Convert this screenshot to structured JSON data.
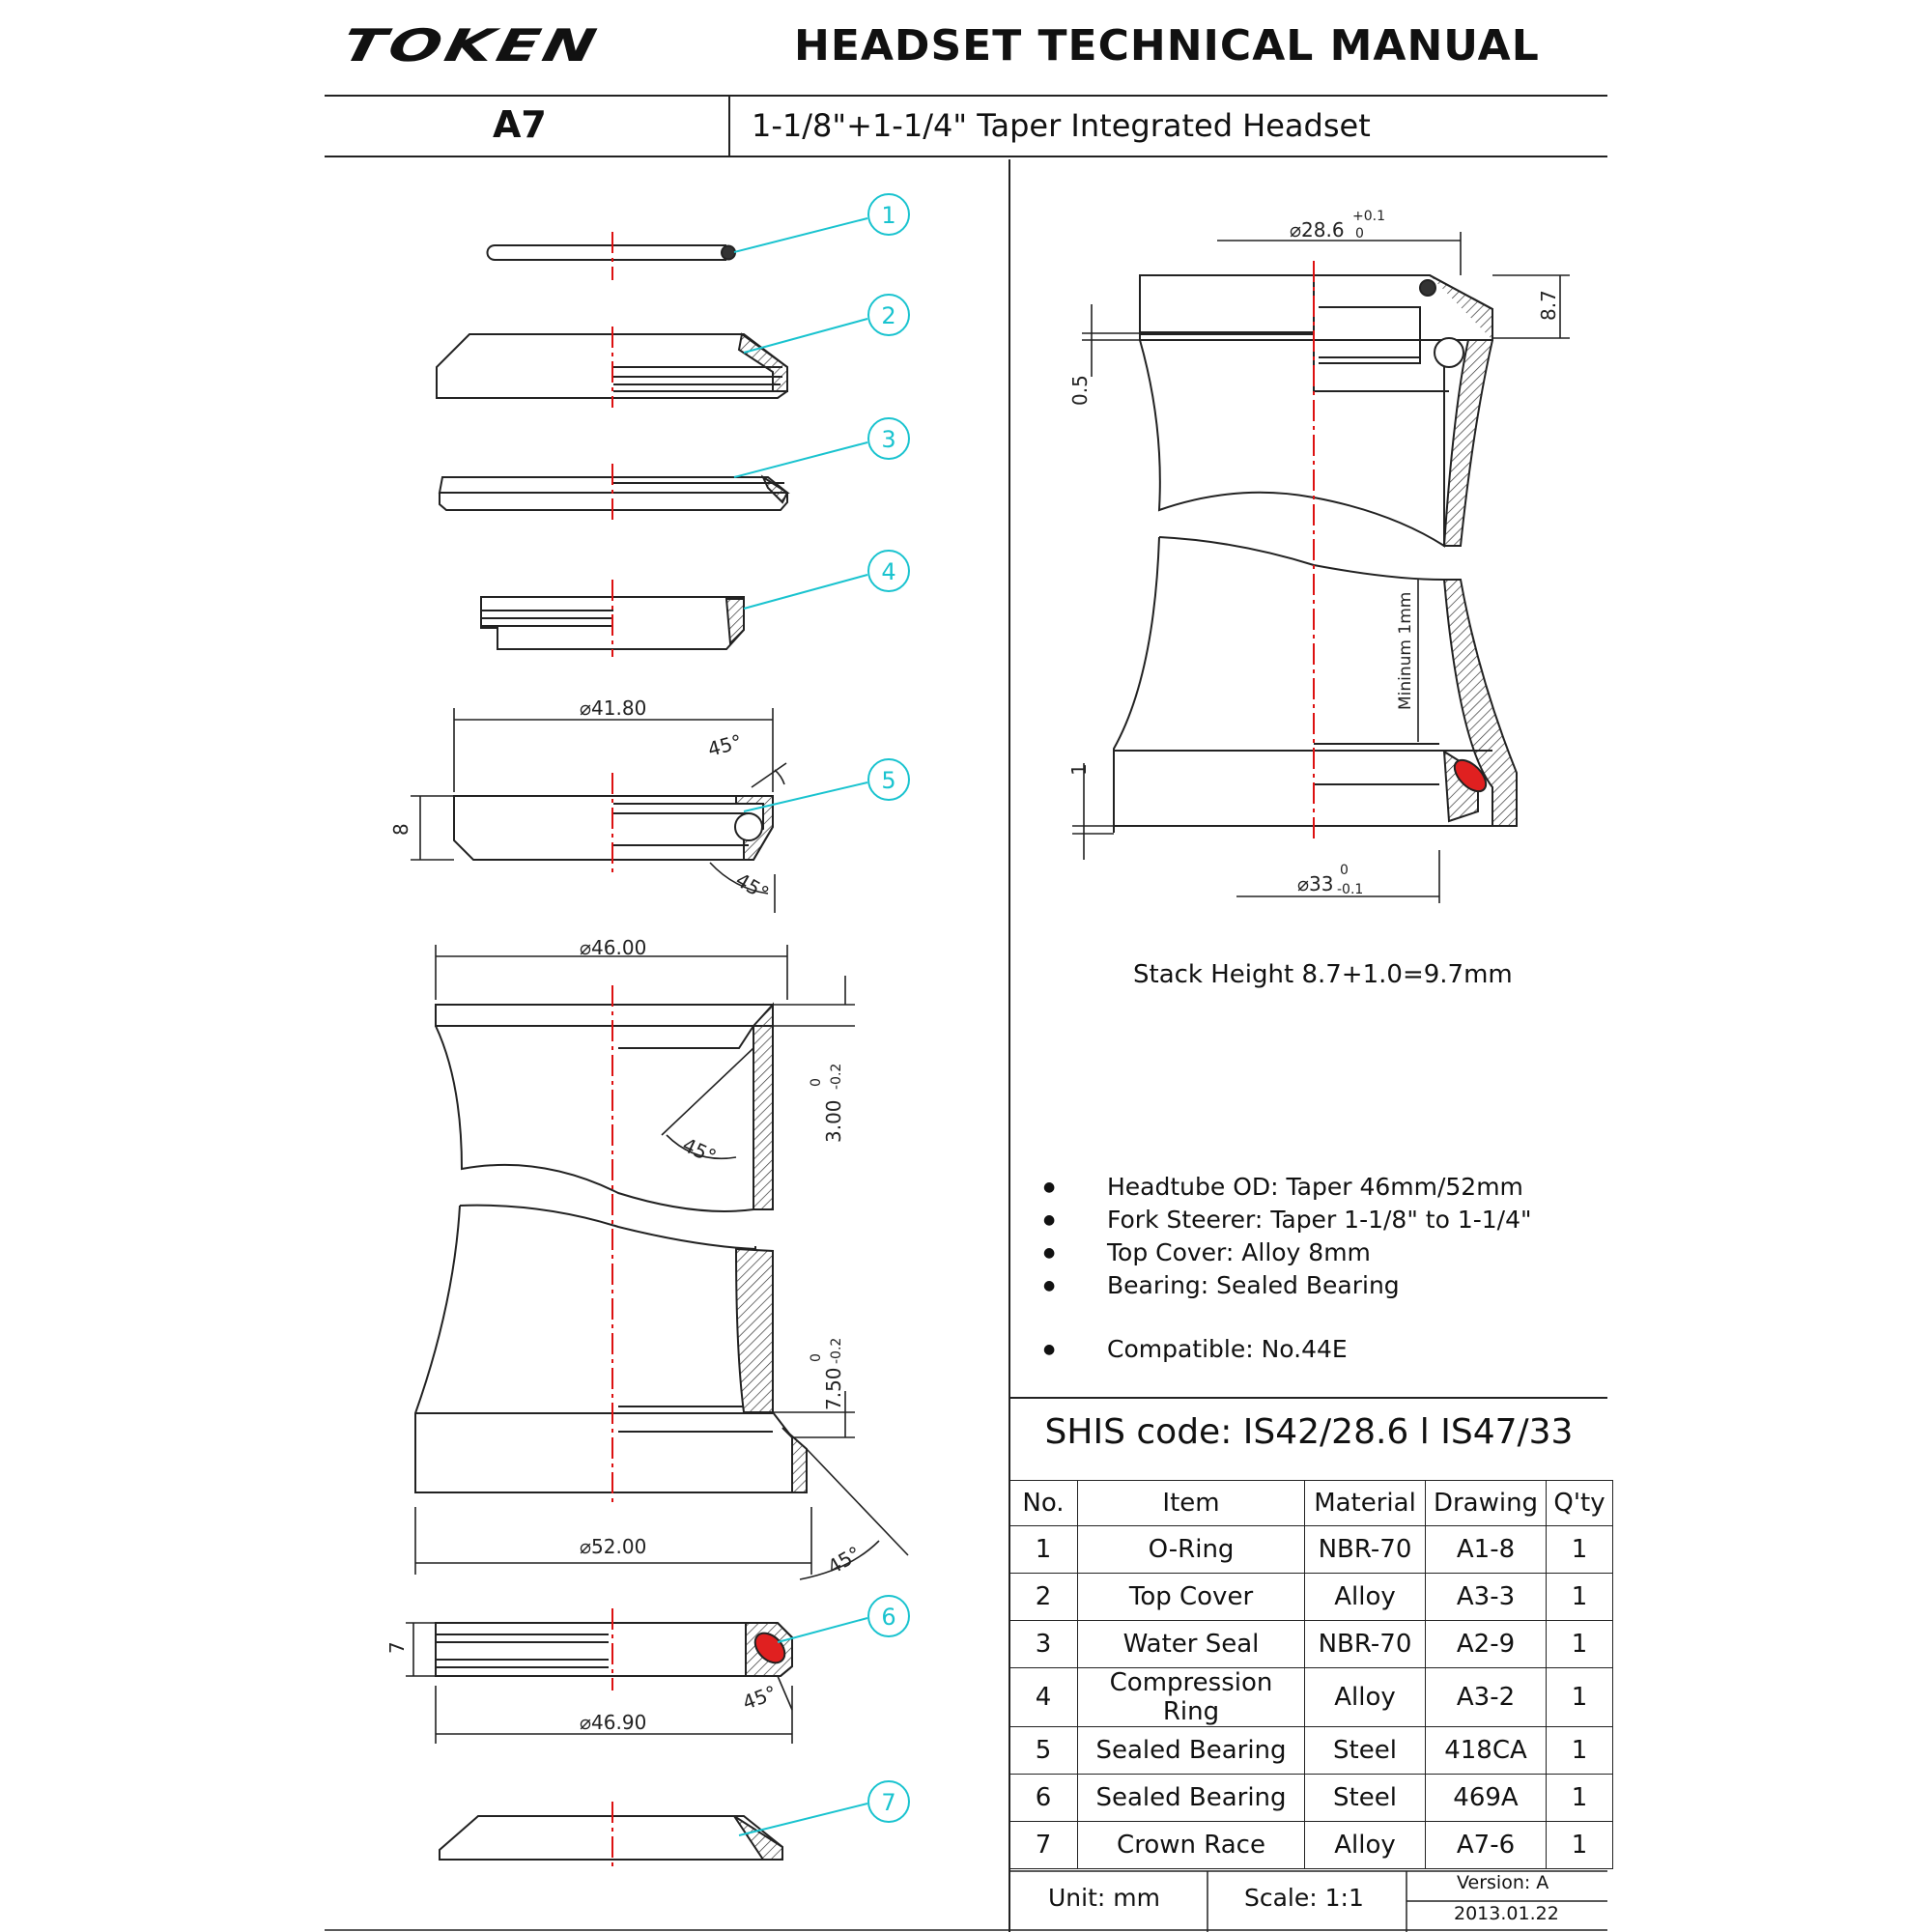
{
  "header": {
    "brand": "TOKEN",
    "title": "HEADSET TECHNICAL MANUAL",
    "model": "A7",
    "description": "1-1/8\"+1-1/4\" Taper Integrated Headset"
  },
  "callouts": [
    "1",
    "2",
    "3",
    "4",
    "5",
    "6",
    "7"
  ],
  "dimensions": {
    "bearing5_dia": "⌀41.80",
    "bearing5_height": "8",
    "angle": "45°",
    "headtube_top_dia": "⌀46.00",
    "depth_top": "3.00",
    "tol_top_upper": "0",
    "tol_top_lower": "-0.2",
    "depth_bottom": "7.50",
    "tol_bottom_upper": "0",
    "tol_bottom_lower": "-0.2",
    "headtube_bottom_dia": "⌀52.00",
    "bearing6_height": "7",
    "bearing6_dia": "⌀46.90",
    "steerer_top": "⌀28.6",
    "steerer_top_tol_upper": "+0.1",
    "steerer_top_tol_lower": "0",
    "stack_top": "8.7",
    "gap": "0.5",
    "minimum": "Mininum 1mm",
    "bottom_gap": "1",
    "steerer_bottom": "⌀33",
    "steerer_bottom_tol_upper": "0",
    "steerer_bottom_tol_lower": "-0.1"
  },
  "stack_height": "Stack Height 8.7+1.0=9.7mm",
  "specs": [
    "Headtube OD: Taper 46mm/52mm",
    "Fork Steerer: Taper 1-1/8\" to 1-1/4\"",
    "Top Cover: Alloy 8mm",
    "Bearing: Sealed Bearing",
    "Compatible: No.44E"
  ],
  "shis_code": "SHIS code: IS42/28.6 l IS47/33",
  "table": {
    "headers": [
      "No.",
      "Item",
      "Material",
      "Drawing",
      "Q'ty"
    ],
    "rows": [
      [
        "1",
        "O-Ring",
        "NBR-70",
        "A1-8",
        "1"
      ],
      [
        "2",
        "Top Cover",
        "Alloy",
        "A3-3",
        "1"
      ],
      [
        "3",
        "Water Seal",
        "NBR-70",
        "A2-9",
        "1"
      ],
      [
        "4",
        "Compression Ring",
        "Alloy",
        "A3-2",
        "1"
      ],
      [
        "5",
        "Sealed Bearing",
        "Steel",
        "418CA",
        "1"
      ],
      [
        "6",
        "Sealed Bearing",
        "Steel",
        "469A",
        "1"
      ],
      [
        "7",
        "Crown Race",
        "Alloy",
        "A7-6",
        "1"
      ]
    ]
  },
  "footer": {
    "unit": "Unit: mm",
    "scale": "Scale: 1:1",
    "version": "Version: A",
    "date": "2013.01.22"
  },
  "colors": {
    "callout": "#19c3cf",
    "centerline": "#d11",
    "bearing_red": "#e02020"
  }
}
